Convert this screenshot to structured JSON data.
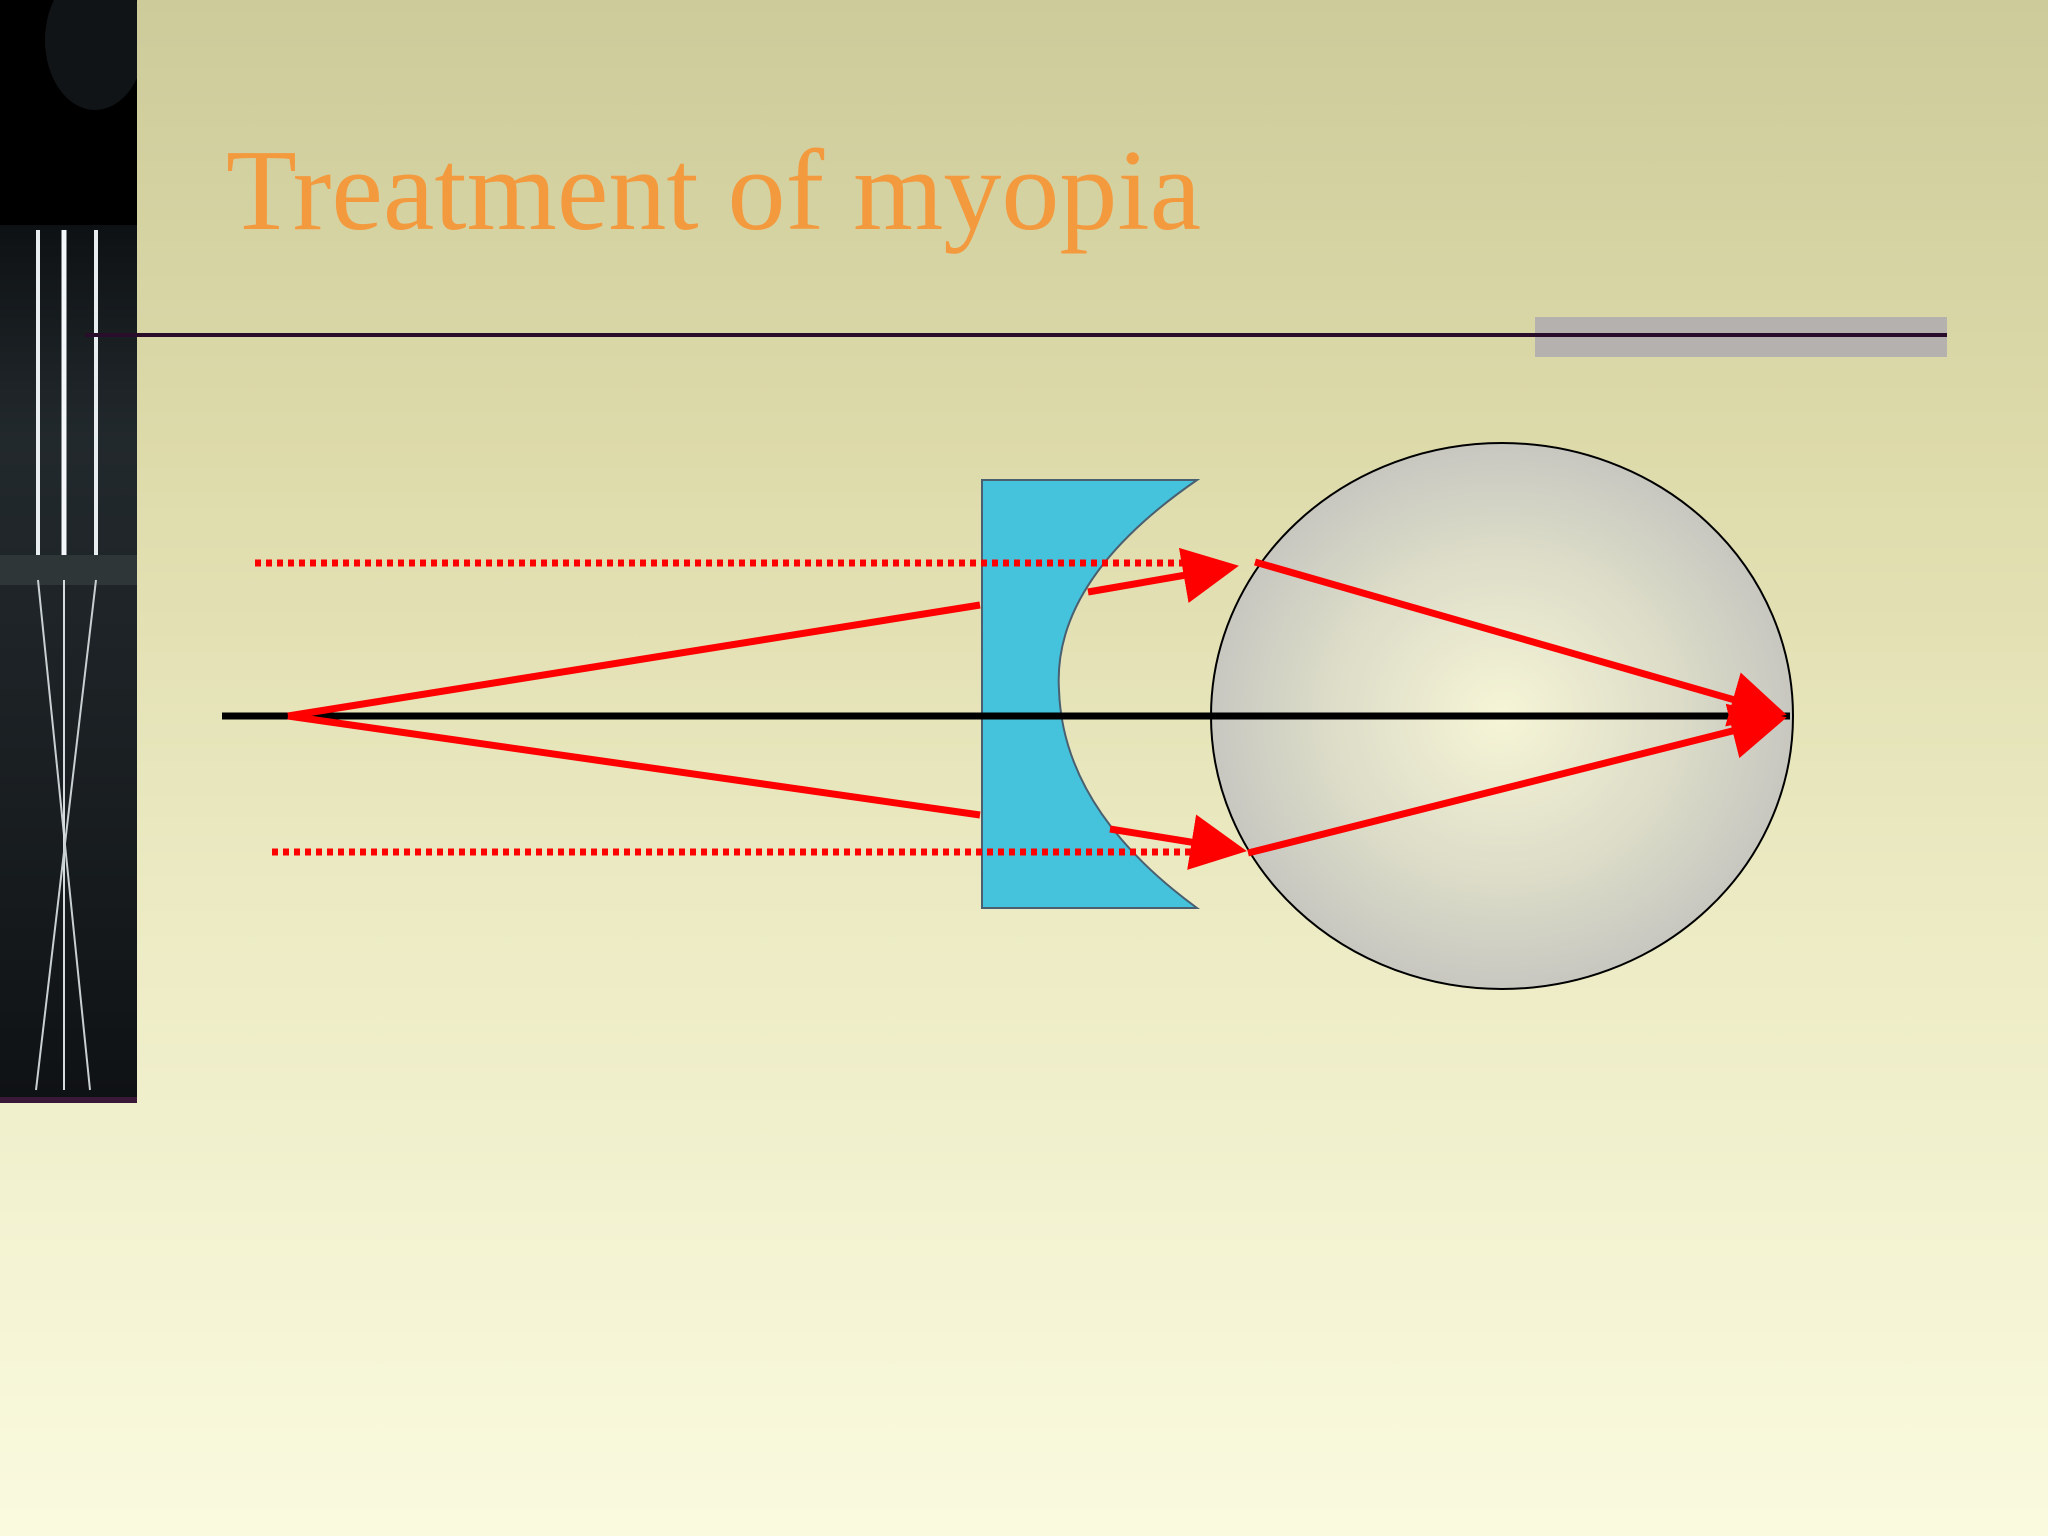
{
  "slide": {
    "title": "Treatment of myopia"
  },
  "colors": {
    "title": "#f39a3e",
    "ray": "#ff0000",
    "axis": "#000000",
    "lens": "#45c3dd",
    "eye_center": "#f6f5d6",
    "eye_edge": "#c2c2bf",
    "rule": "#2a0d2a",
    "rule_accent": "#b4b1ae"
  },
  "icons": {
    "side_photo": "light-rays-through-lens-photo",
    "lens": "concave-lens",
    "eye": "eyeball"
  }
}
